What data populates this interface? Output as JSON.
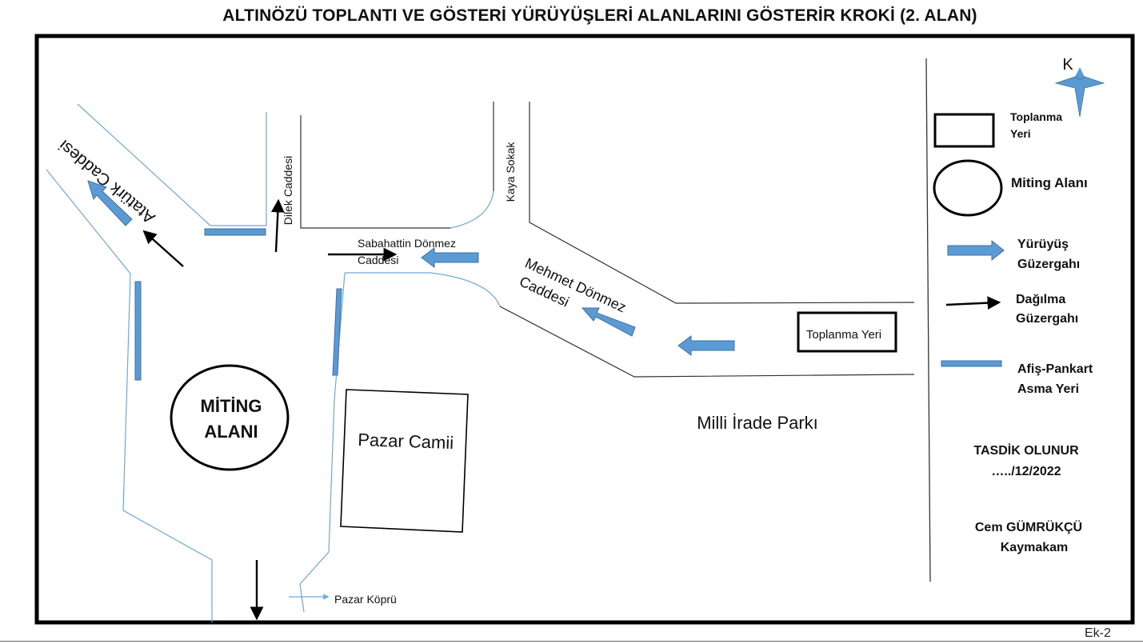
{
  "title": "ALTINÖZÜ TOPLANTI VE GÖSTERİ YÜRÜYÜŞLERİ ALANLARINI GÖSTERİR KROKİ (2. ALAN)",
  "page_label": "Ek-2",
  "streets": {
    "ataturk": "Atatürk Caddesi",
    "dilek": "Dilek Caddesi",
    "kaya": "Kaya Sokak",
    "sabahattin_line1": "Sabahattin  Dönmez",
    "sabahattin_line2": "Caddesi",
    "mehmet_line1": "Mehmet Dönmez",
    "mehmet_line2": "Caddesi"
  },
  "places": {
    "miting_line1": "MİTİNG",
    "miting_line2": "ALANI",
    "pazar_camii": "Pazar Camii",
    "milli_irade": "Milli İrade Parkı",
    "toplanma_yeri": "Toplanma Yeri",
    "pazar_kopru": "Pazar Köprü"
  },
  "compass": {
    "north_label": "K",
    "icon": "compass-star-icon"
  },
  "legend": {
    "toplanma_line1": "Toplanma",
    "toplanma_line2": "Yeri",
    "miting": "Miting Alanı",
    "yuruyus_line1": "Yürüyüş",
    "yuruyus_line2": "Güzergahı",
    "dagilma_line1": "Dağılma",
    "dagilma_line2": "Güzergahı",
    "afis_line1": "Afiş-Pankart",
    "afis_line2": "Asma Yeri"
  },
  "approval": {
    "tasdik": "TASDİK OLUNUR",
    "date": "…../12/2022",
    "name": "Cem GÜMRÜKÇÜ",
    "role": "Kaymakam"
  },
  "colors": {
    "frame": "#000000",
    "road_thin": "#333333",
    "river": "#6fa8dc",
    "march_arrow": "#5b9bd5",
    "march_arrow_stroke": "#41719c",
    "banner": "#5b9bd5",
    "compass": "#5b9bd5"
  }
}
